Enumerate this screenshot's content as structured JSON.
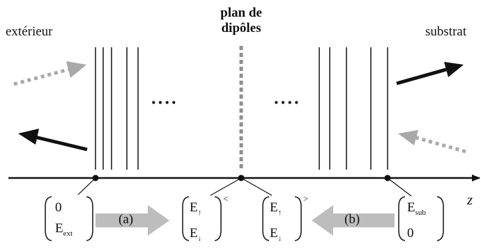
{
  "labels": {
    "outside": "extérieur",
    "substrate": "substrat",
    "dipole_plane_line1": "plan de",
    "dipole_plane_line2": "dipôles",
    "ellipsis_left": "····",
    "ellipsis_right": "····",
    "axis": "z"
  },
  "transfer_arrows": {
    "left": "(a)",
    "right": "(b)"
  },
  "vectors": {
    "outside": {
      "top": "0",
      "bottom_main": "E",
      "bottom_sub": "ext"
    },
    "plane_left": {
      "top_main": "E",
      "top_sym": "↑",
      "bottom_main": "E",
      "bottom_sym": "↓",
      "side": "<"
    },
    "plane_right": {
      "top_main": "E",
      "top_sym": "↑",
      "bottom_main": "E",
      "bottom_sym": "↓",
      "side": ">"
    },
    "substrate": {
      "top_main": "E",
      "top_sub": "sub",
      "bottom": "0"
    }
  },
  "colors": {
    "line": "#111111",
    "dashed": "#8f8f8f",
    "transfer_arrow": "#bdbdbd"
  }
}
